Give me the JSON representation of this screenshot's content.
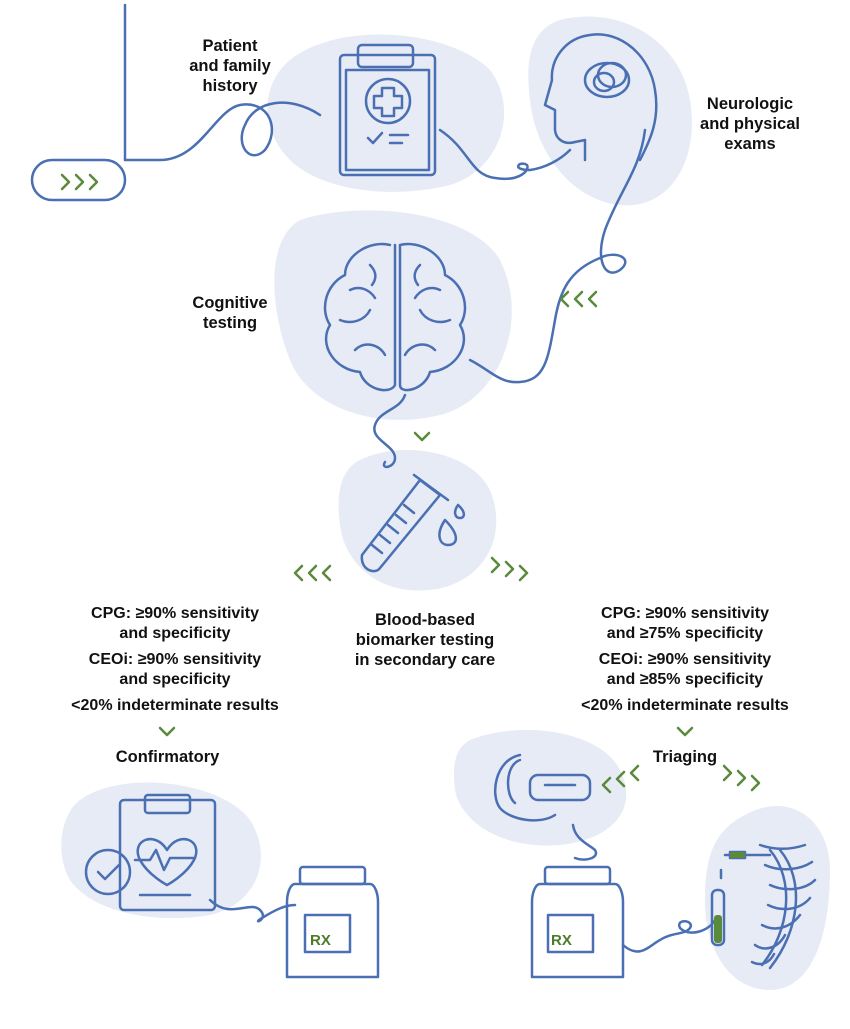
{
  "steps": {
    "history": [
      "Patient",
      "and family",
      "history"
    ],
    "neuro": [
      "Neurologic",
      "and physical",
      "exams"
    ],
    "cognitive": [
      "Cognitive",
      "testing"
    ],
    "blood": [
      "Blood-based",
      "biomarker testing",
      "in secondary care"
    ]
  },
  "confirmatory": {
    "criteria": [
      [
        "CPG: ≥90% sensitivity",
        "and specificity"
      ],
      [
        "CEOi: ≥90% sensitivity",
        "and specificity"
      ],
      [
        "<20% indeterminate results"
      ]
    ],
    "label": "Confirmatory"
  },
  "triaging": {
    "criteria": [
      [
        "CPG: ≥90% sensitivity",
        "and ≥75% specificity"
      ],
      [
        "CEOi: ≥90% sensitivity",
        "and ≥85% specificity"
      ],
      [
        "<20% indeterminate results"
      ]
    ],
    "label": "Triaging"
  },
  "rx_label": "RX",
  "colors": {
    "line": "#4a6fb3",
    "blob": "#e6ebf5",
    "accent": "#5a8a3a"
  }
}
